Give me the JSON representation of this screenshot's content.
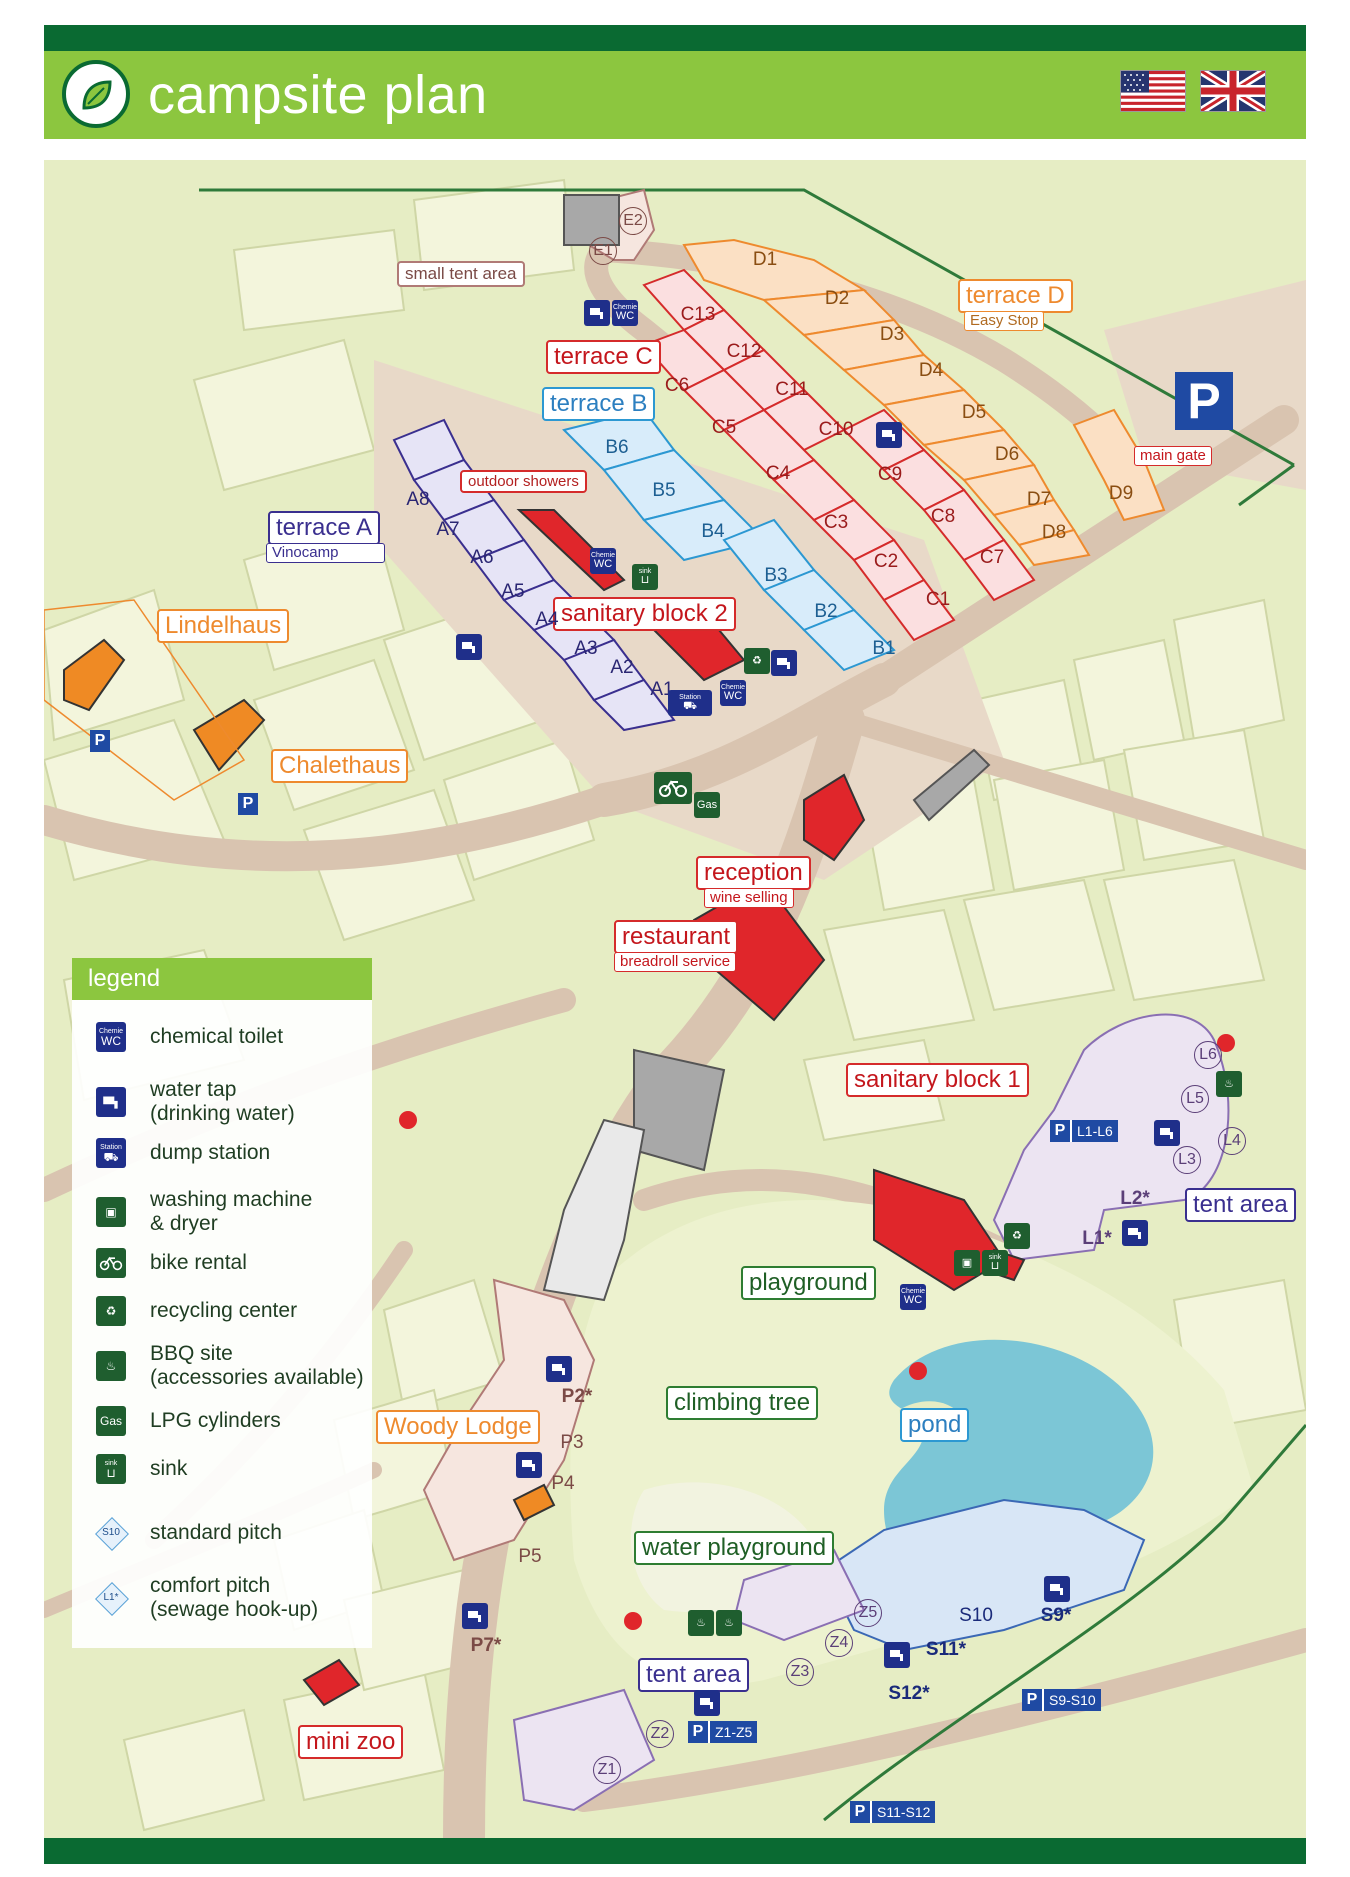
{
  "header": {
    "title": "campsite plan",
    "logo_icon": "leaf-logo-icon",
    "languages": [
      {
        "name": "english-us",
        "icon": "us-flag-icon"
      },
      {
        "name": "english-uk",
        "icon": "uk-flag-icon"
      }
    ]
  },
  "colors": {
    "header_green": "#8cc63f",
    "dark_green": "#0a6a32",
    "map_background": "#e8efc8",
    "building_red": "#e0262b",
    "chalet_orange": "#ef8a24",
    "pond_blue": "#7cc6d6"
  },
  "areas": {
    "small_tent_area": "small tent area",
    "terrace_d": "terrace D",
    "terrace_d_sub": "Easy Stop",
    "terrace_c": "terrace C",
    "terrace_b": "terrace B",
    "terrace_a": "terrace A",
    "terrace_a_sub": "Vinocamp",
    "outdoor_showers": "outdoor showers",
    "sanitary_block_2": "sanitary block 2",
    "lindelhaus": "Lindelhaus",
    "chalethaus": "Chalethaus",
    "main_gate": "main gate",
    "reception": "reception",
    "reception_sub": "wine selling",
    "restaurant": "restaurant",
    "restaurant_sub": "breadroll service",
    "sanitary_block_1": "sanitary block 1",
    "tent_area_east": "tent area",
    "playground": "playground",
    "climbing_tree": "climbing tree",
    "pond": "pond",
    "woody_lodge": "Woody Lodge",
    "water_playground": "water playground",
    "tent_area_south": "tent area",
    "mini_zoo": "mini zoo"
  },
  "pitches": {
    "e": [
      "E1",
      "E2"
    ],
    "d": [
      "D1",
      "D2",
      "D3",
      "D4",
      "D5",
      "D6",
      "D7",
      "D8",
      "D9"
    ],
    "c": [
      "C1",
      "C2",
      "C3",
      "C4",
      "C5",
      "C6",
      "C7",
      "C8",
      "C9",
      "C10",
      "C11",
      "C12",
      "C13"
    ],
    "b": [
      "B1",
      "B2",
      "B3",
      "B4",
      "B5",
      "B6"
    ],
    "a": [
      "A1",
      "A2",
      "A3",
      "A4",
      "A5",
      "A6",
      "A7",
      "A8"
    ],
    "l": [
      "L1*",
      "L2*",
      "L3",
      "L4",
      "L5",
      "L6"
    ],
    "p": [
      "P2*",
      "P3",
      "P4",
      "P5",
      "P7*"
    ],
    "z": [
      "Z1",
      "Z2",
      "Z3",
      "Z4",
      "Z5"
    ],
    "s": [
      "S9*",
      "S10",
      "S11*",
      "S12*"
    ]
  },
  "parking": {
    "big": "P",
    "p": "P",
    "l": "L1-L6",
    "z": "Z1-Z5",
    "s9": "S9-S10",
    "s11": "S11-S12"
  },
  "map_icons": {
    "chemie": "Chemie",
    "wc": "WC",
    "station": "Station",
    "sink": "sink",
    "gas": "Gas"
  },
  "legend": {
    "title": "legend",
    "items": [
      {
        "label": "chemical toilet",
        "icon": "chemical-toilet-icon"
      },
      {
        "label": "water tap",
        "label2": "(drinking water)",
        "icon": "water-tap-icon"
      },
      {
        "label": "dump station",
        "icon": "dump-station-icon"
      },
      {
        "label": "washing machine",
        "label2": "& dryer",
        "icon": "washing-machine-icon"
      },
      {
        "label": "bike rental",
        "icon": "bike-rental-icon"
      },
      {
        "label": "recycling center",
        "icon": "recycling-icon"
      },
      {
        "label": "BBQ site",
        "label2": "(accessories available)",
        "icon": "bbq-icon"
      },
      {
        "label": "LPG cylinders",
        "icon": "gas-icon"
      },
      {
        "label": "sink",
        "icon": "sink-icon"
      },
      {
        "label": "standard pitch",
        "sample": "S10",
        "icon": "standard-pitch-icon"
      },
      {
        "label": "comfort pitch",
        "label2": "(sewage hook-up)",
        "sample": "L1*",
        "icon": "comfort-pitch-icon"
      }
    ]
  }
}
